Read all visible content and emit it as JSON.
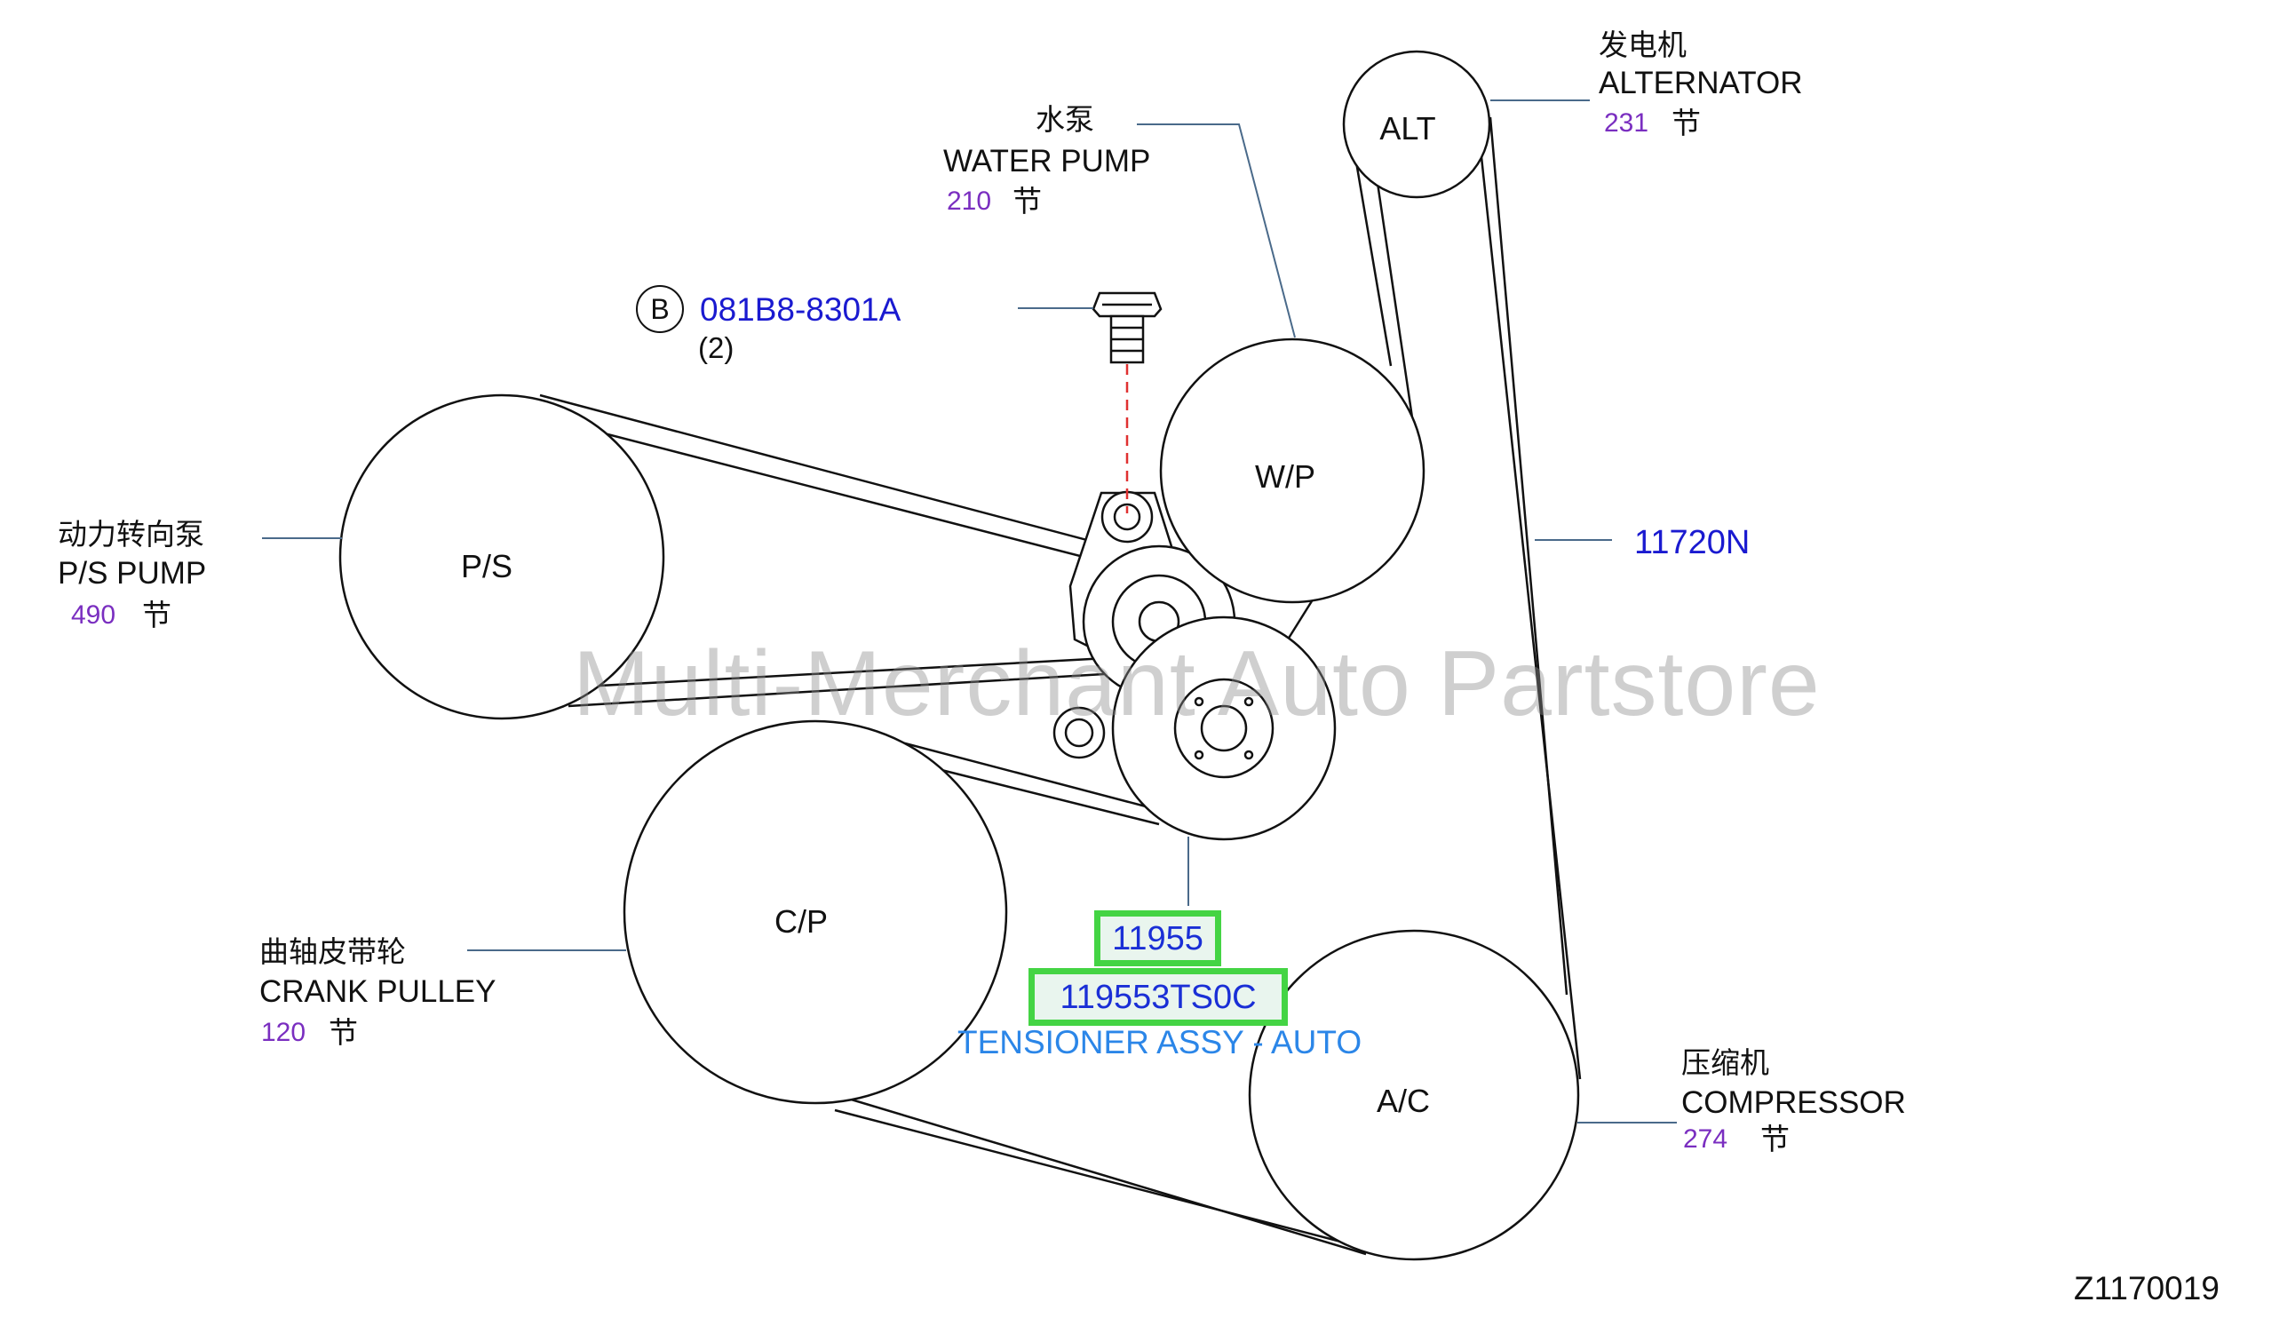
{
  "watermark": "Multi-Merchant Auto Partstore",
  "figure_id": "Z1170019",
  "pulleys": {
    "alt": "ALT",
    "wp": "W/P",
    "ps": "P/S",
    "cp": "C/P",
    "ac": "A/C"
  },
  "callouts": {
    "alternator": {
      "zh": "发电机",
      "en": "ALTERNATOR",
      "num": "231",
      "unit": "节"
    },
    "water_pump": {
      "zh": "水泵",
      "en": "WATER  PUMP",
      "num": "210",
      "unit": "节"
    },
    "ps_pump": {
      "zh": "动力转向泵",
      "en": "P/S  PUMP",
      "num": "490",
      "unit": "节"
    },
    "crank_pulley": {
      "zh": "曲轴皮带轮",
      "en": "CRANK  PULLEY",
      "num": "120",
      "unit": "节"
    },
    "compressor": {
      "zh": "压缩机",
      "en": "COMPRESSOR",
      "num": "274",
      "unit": "节"
    }
  },
  "bolt": {
    "marker": "B",
    "part": "081B8-8301A",
    "qty": "(2)"
  },
  "belt_part": "11720N",
  "tensioner": {
    "code": "11955",
    "part": "119553TS0C",
    "name": "TENSIONER ASSY - AUTO"
  },
  "colors": {
    "highlight": "#44d444",
    "part_blue": "#1a1ad0",
    "name_blue": "#2b86e8",
    "count_purple": "#7a2ec0",
    "leader": "#4a6a8a"
  }
}
